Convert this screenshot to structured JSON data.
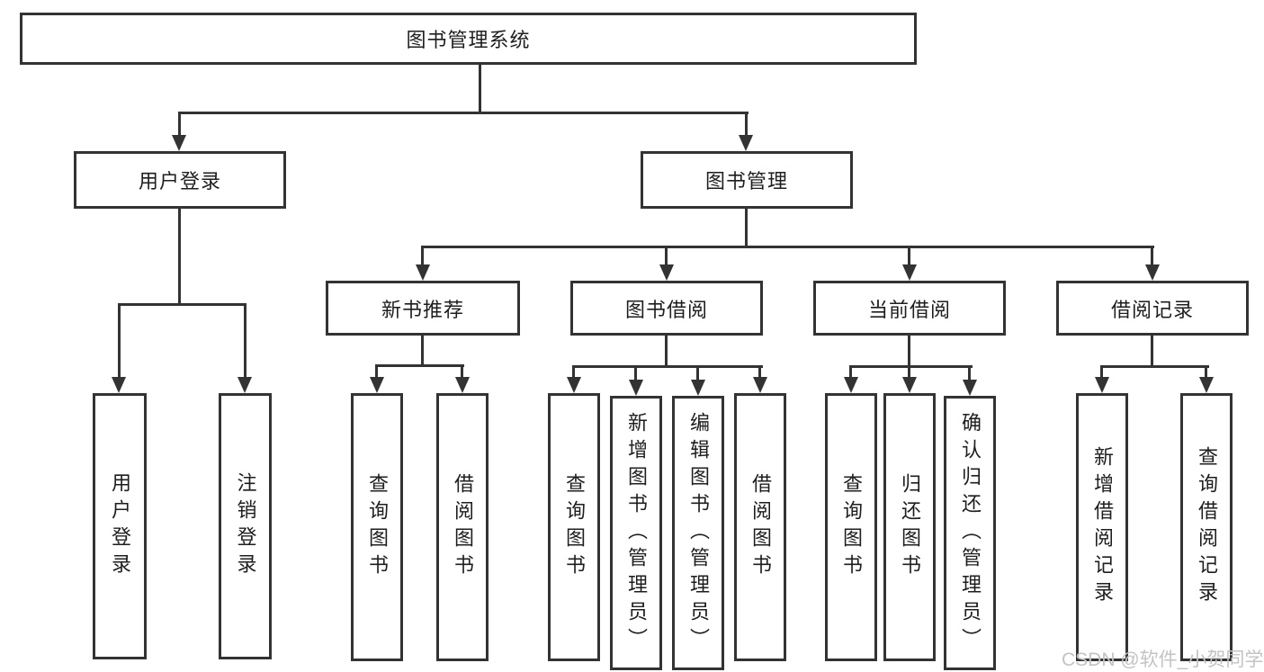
{
  "colors": {
    "line": "#333333",
    "text": "#1e1e1e",
    "watermark_color": "#c3c3c3",
    "background": "#ffffff"
  },
  "tree": {
    "root_label": "图书管理系统",
    "level2": [
      {
        "label": "用户登录",
        "children": [
          {
            "label": "用户登录"
          },
          {
            "label": "注销登录"
          }
        ]
      },
      {
        "label": "图书管理",
        "children": [
          {
            "label": "新书推荐",
            "children": [
              {
                "label": "查询图书"
              },
              {
                "label": "借阅图书"
              }
            ]
          },
          {
            "label": "图书借阅",
            "children": [
              {
                "label": "查询图书"
              },
              {
                "label": "新增图书（管理员）"
              },
              {
                "label": "编辑图书（管理员）"
              },
              {
                "label": "借阅图书"
              }
            ]
          },
          {
            "label": "当前借阅",
            "children": [
              {
                "label": "查询图书"
              },
              {
                "label": "归还图书"
              },
              {
                "label": "确认归还（管理员）"
              }
            ]
          },
          {
            "label": "借阅记录",
            "children": [
              {
                "label": "新增借阅记录"
              },
              {
                "label": "查询借阅记录"
              }
            ]
          }
        ]
      }
    ]
  },
  "watermark": {
    "text": "CSDN @软件_小贺同学"
  }
}
